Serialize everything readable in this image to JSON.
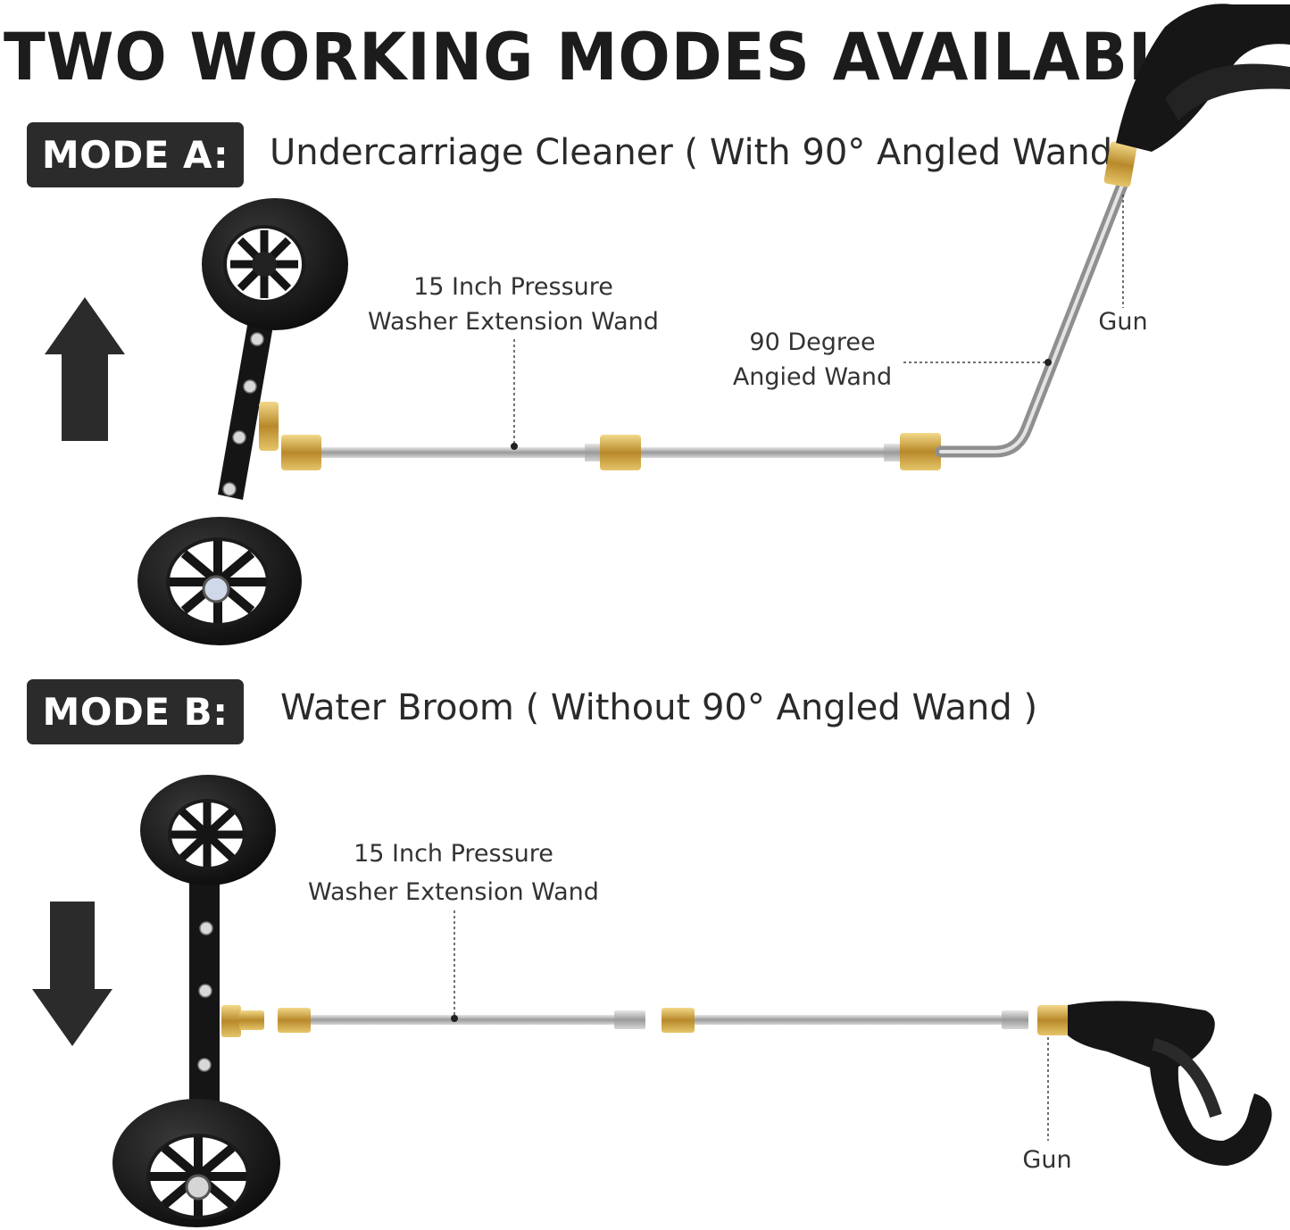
{
  "title": "TWO WORKING MODES AVAILABLE",
  "modes": [
    {
      "badge": "MODE A:",
      "subtitle": "Undercarriage Cleaner ( With 90° Angled Wand )",
      "labels": {
        "extension_line1": "15 Inch Pressure",
        "extension_line2": "Washer Extension Wand",
        "angled_line1": "90 Degree",
        "angled_line2": "Angied Wand",
        "gun": "Gun"
      },
      "arrow_icon": "arrow-up-icon"
    },
    {
      "badge": "MODE B:",
      "subtitle": "Water Broom ( Without 90° Angled Wand )",
      "labels": {
        "extension_line1": "15 Inch Pressure",
        "extension_line2": "Washer Extension Wand",
        "gun": "Gun"
      },
      "arrow_icon": "arrow-down-icon"
    }
  ],
  "colors": {
    "title": "#1c1c1c",
    "badge_bg": "#2b2b2b",
    "brass": "#c9a23a",
    "steel": "#b8b8b8",
    "black_part": "#141414"
  }
}
